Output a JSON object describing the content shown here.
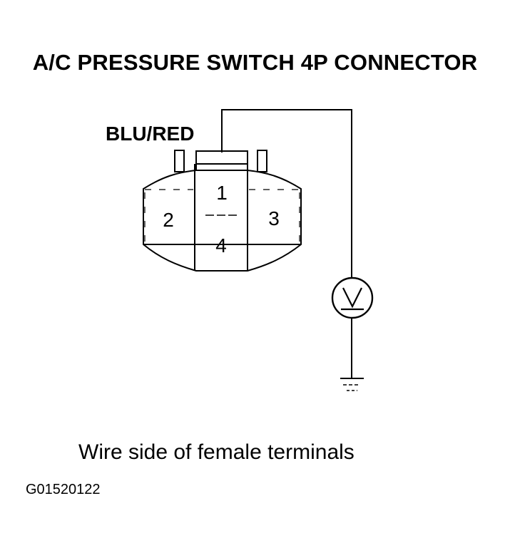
{
  "title": "A/C PRESSURE SWITCH 4P CONNECTOR",
  "wire_color_label": "BLU/RED",
  "connector": {
    "terminals": [
      "1",
      "2",
      "3",
      "4"
    ]
  },
  "meter": {
    "symbol": "V"
  },
  "caption": "Wire side of female terminals",
  "figure_code": "G01520122",
  "colors": {
    "line": "#000000",
    "background": "#ffffff"
  }
}
